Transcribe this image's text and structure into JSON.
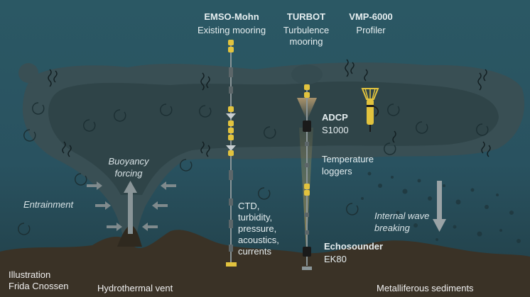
{
  "colors": {
    "water_top": "#2a5662",
    "water_bottom": "#24444c",
    "plume": "#3b5257",
    "plume_dark": "#30464b",
    "seabed": "#3a3328",
    "float": "#e2c33e",
    "cable": "#8a9598",
    "beam": "#d9a84a",
    "text": "#e6eef0"
  },
  "instruments": {
    "emso": {
      "title": "EMSO-Mohn",
      "subtitle": "Existing mooring"
    },
    "turbot": {
      "title": "TURBOT",
      "subtitle_line1": "Turbulence",
      "subtitle_line2": "mooring"
    },
    "vmp": {
      "title": "VMP-6000",
      "subtitle": "Profiler"
    }
  },
  "labels": {
    "adcp_title": "ADCP",
    "adcp_model": "S1000",
    "temp_line1": "Temperature",
    "temp_line2": "loggers",
    "echo_title": "Echosounder",
    "echo_model": "EK80",
    "buoyancy_line1": "Buoyancy",
    "buoyancy_line2": "forcing",
    "entrainment": "Entrainment",
    "internal_wave_line1": "Internal wave",
    "internal_wave_line2": "breaking",
    "ctd_lines": [
      "CTD,",
      "turbidity,",
      "pressure,",
      "acoustics,",
      "currents"
    ],
    "credit_line1": "Illustration",
    "credit_line2": "Frida Cnossen",
    "vent": "Hydrothermal vent",
    "sediments": "Metalliferous sediments"
  },
  "icons": [
    "wavy-arrow-icon",
    "swirl-icon",
    "upward-arrow-icon",
    "downward-arrow-icon",
    "inflow-arrow-icon",
    "float-icon",
    "anchor-icon"
  ]
}
